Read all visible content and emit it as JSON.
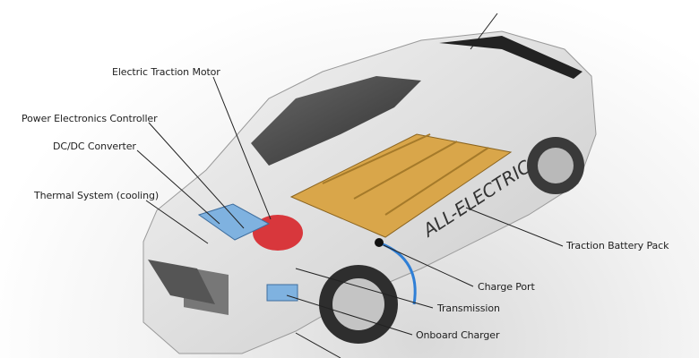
{
  "labels": {
    "motor": "Electric Traction Motor",
    "controller": "Power Electronics Controller",
    "dcdc": "DC/DC Converter",
    "thermal": "Thermal System (cooling)",
    "battery": "Traction Battery Pack",
    "charge_port": "Charge Port",
    "transmission": "Transmission",
    "onboard_charger": "Onboard Charger"
  },
  "car_side_text": "ALL-ELECTRIC",
  "colors": {
    "battery_gold": "#d9a64a",
    "motor_red": "#d8373c",
    "converter_blue": "#7fb2e0",
    "cable_blue": "#2f7fd6",
    "leader_line": "#222222"
  }
}
